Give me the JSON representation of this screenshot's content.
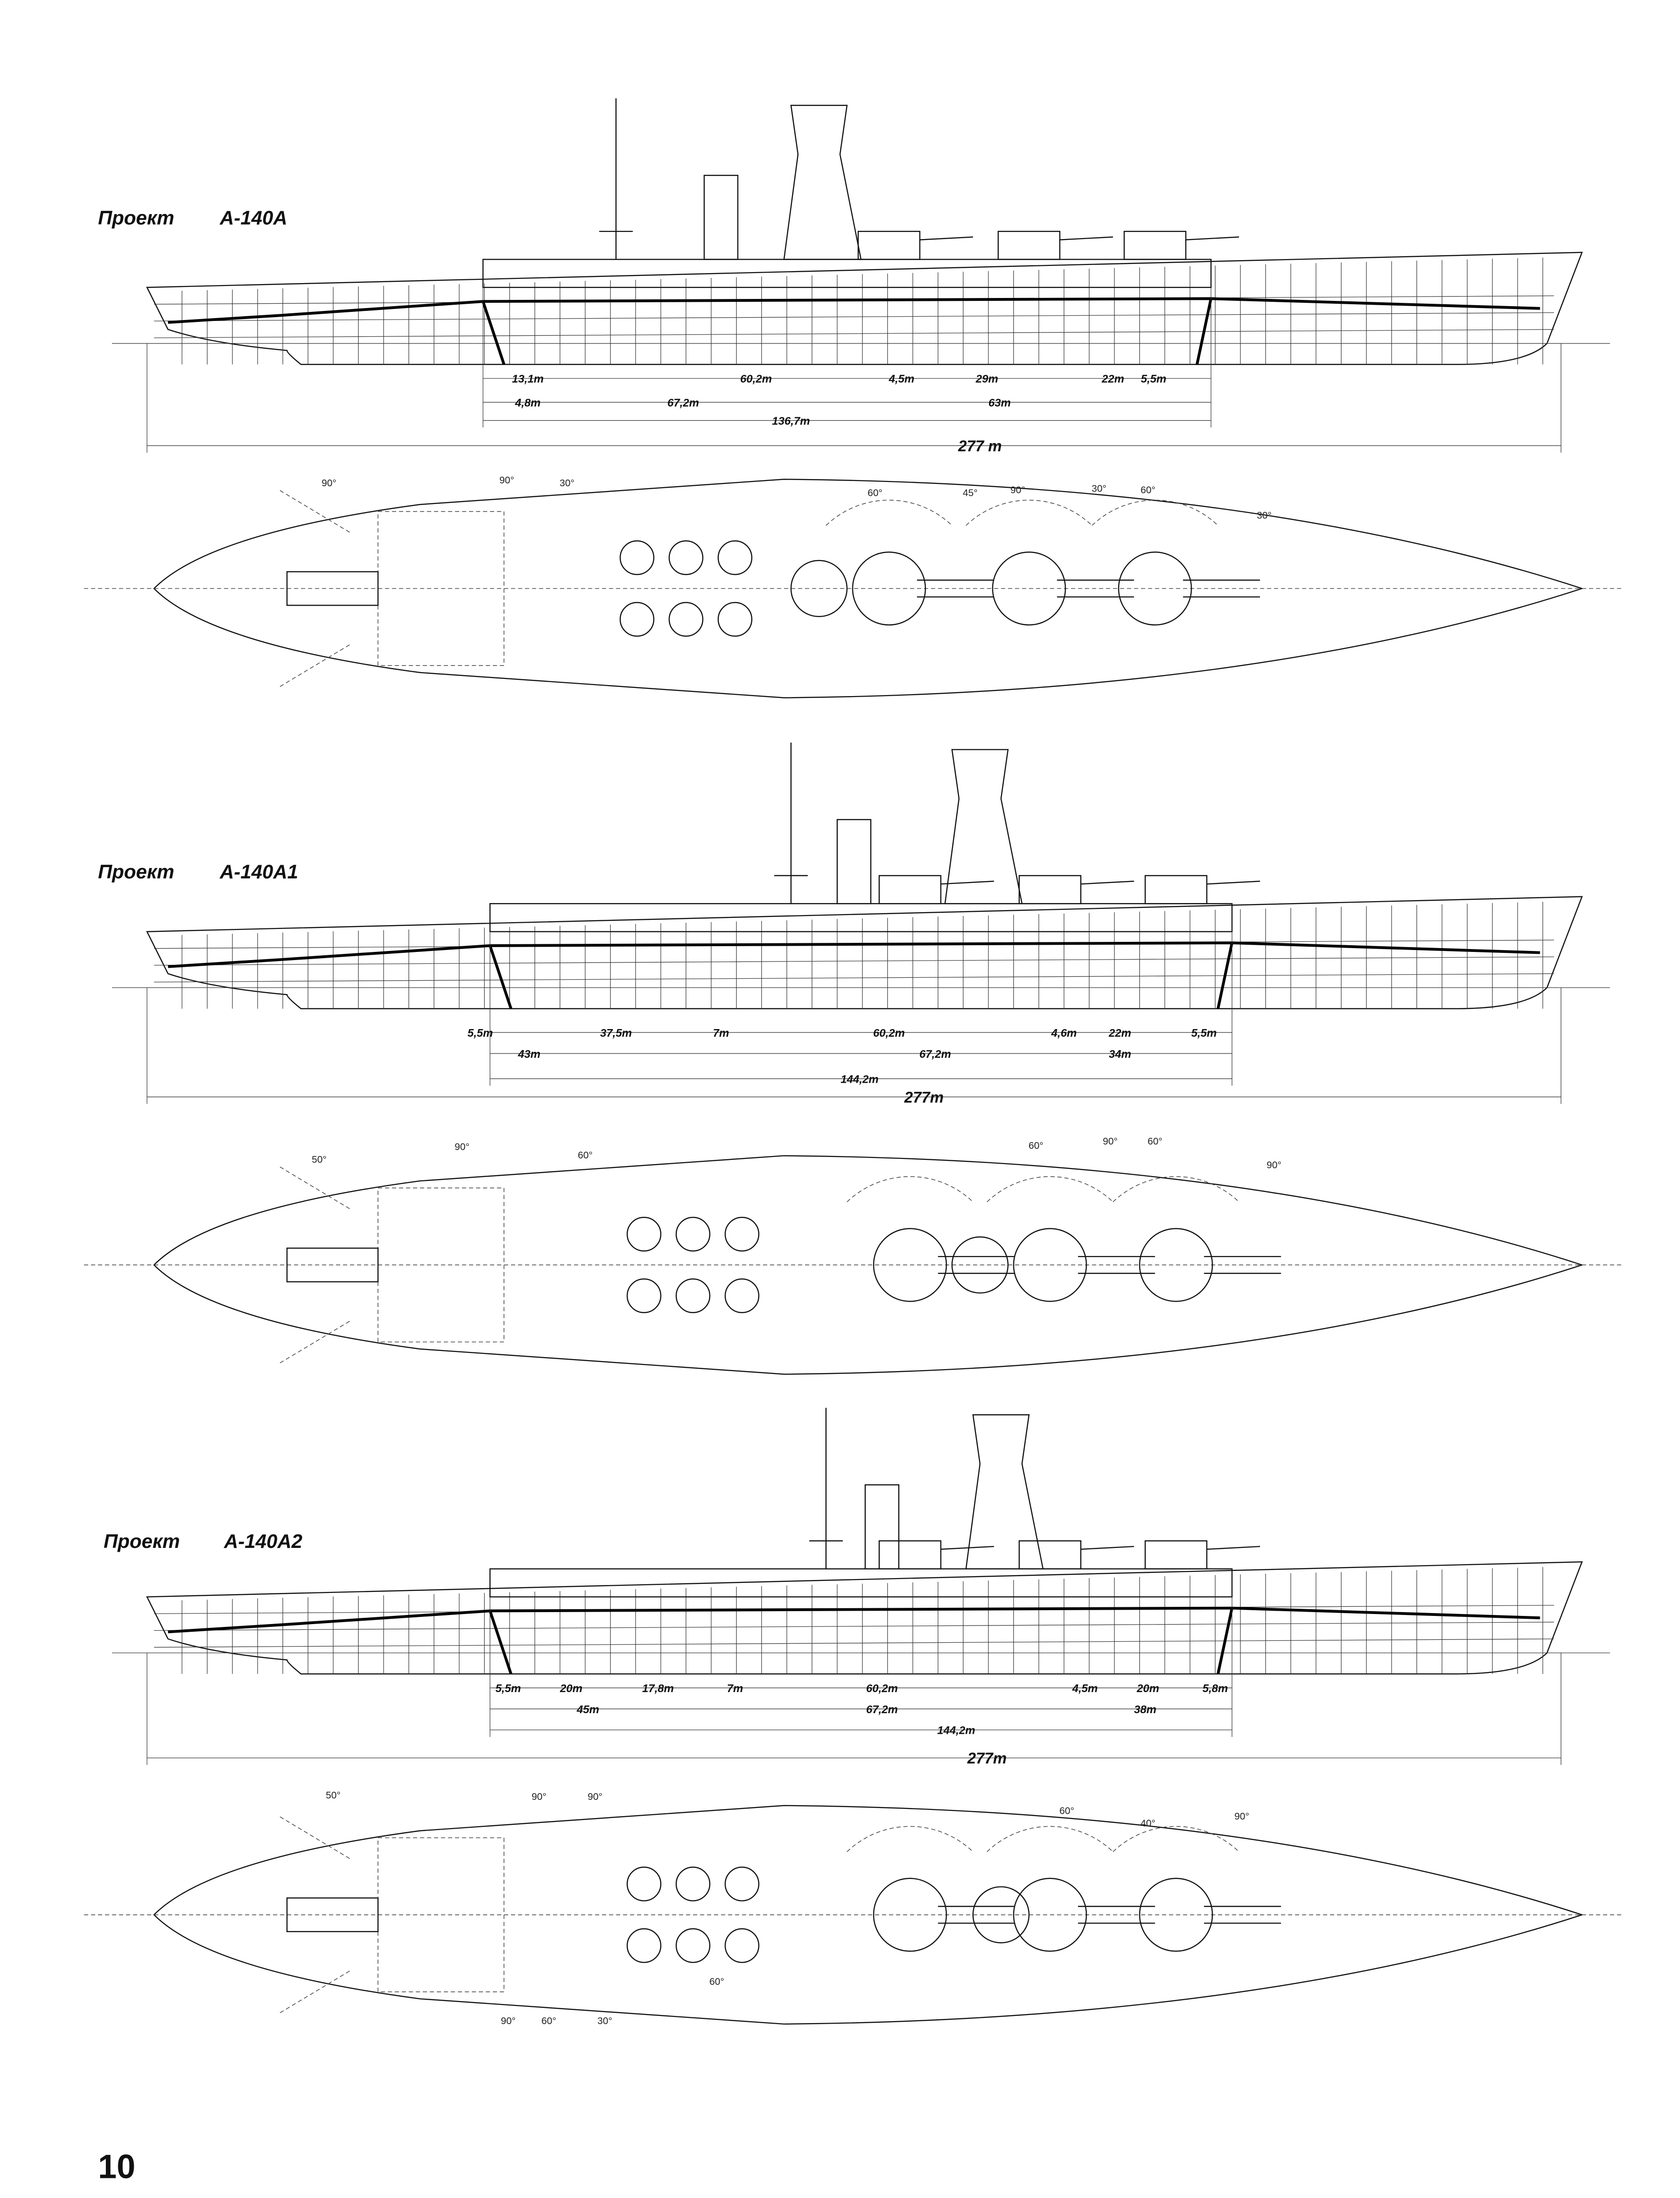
{
  "projects": [
    {
      "prefix": "Проект",
      "name": "A-140A",
      "dims": {
        "row1": [
          "13,1m",
          "60,2m",
          "4,5m",
          "29m",
          "22m",
          "5,5m"
        ],
        "row2": [
          "4,8m",
          "67,2m",
          "63m"
        ],
        "row3": [
          "136,7m"
        ],
        "row4": [
          "277 m"
        ]
      },
      "angles": [
        "90°",
        "90°",
        "30°",
        "60°",
        "45°",
        "90°",
        "30°",
        "60°",
        "30°"
      ]
    },
    {
      "prefix": "Проект",
      "name": "A-140A1",
      "dims": {
        "row1": [
          "5,5m",
          "37,5m",
          "7m",
          "60,2m",
          "4,6m",
          "22m",
          "5,5m"
        ],
        "row2": [
          "43m",
          "67,2m",
          "34m"
        ],
        "row3": [
          "144,2m"
        ],
        "row4": [
          "277m"
        ]
      },
      "angles": [
        "50°",
        "90°",
        "60°",
        "60°",
        "90°",
        "60°",
        "90°"
      ]
    },
    {
      "prefix": "Проект",
      "name": "A-140A2",
      "dims": {
        "row1": [
          "5,5m",
          "20m",
          "17,8m",
          "7m",
          "60,2m",
          "4,5m",
          "20m",
          "5,8m"
        ],
        "row2": [
          "45m",
          "67,2m",
          "38m"
        ],
        "row3": [
          "144,2m"
        ],
        "row4": [
          "277m"
        ]
      },
      "angles": [
        "50°",
        "90°",
        "90°",
        "60°",
        "40°",
        "90°",
        "60°",
        "90°",
        "60°",
        "30°"
      ]
    }
  ],
  "page_number": "10"
}
